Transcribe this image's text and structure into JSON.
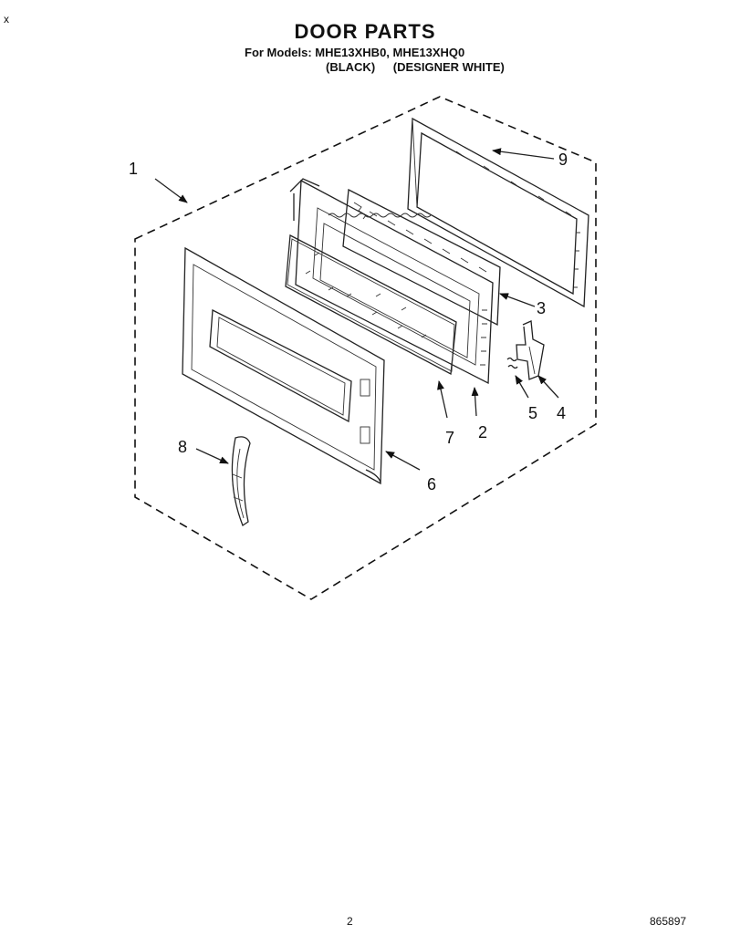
{
  "header": {
    "title": "DOOR PARTS",
    "models": "For Models: MHE13XHB0, MHE13XHQ0",
    "variant_black": "(BLACK)",
    "variant_white": "(DESIGNER WHITE)"
  },
  "corner_mark": "x",
  "callouts": {
    "c1": "1",
    "c2": "2",
    "c3": "3",
    "c4": "4",
    "c5": "5",
    "c6": "6",
    "c7": "7",
    "c8": "8",
    "c9": "9"
  },
  "footer": {
    "page_number": "2",
    "doc_number": "865897"
  }
}
